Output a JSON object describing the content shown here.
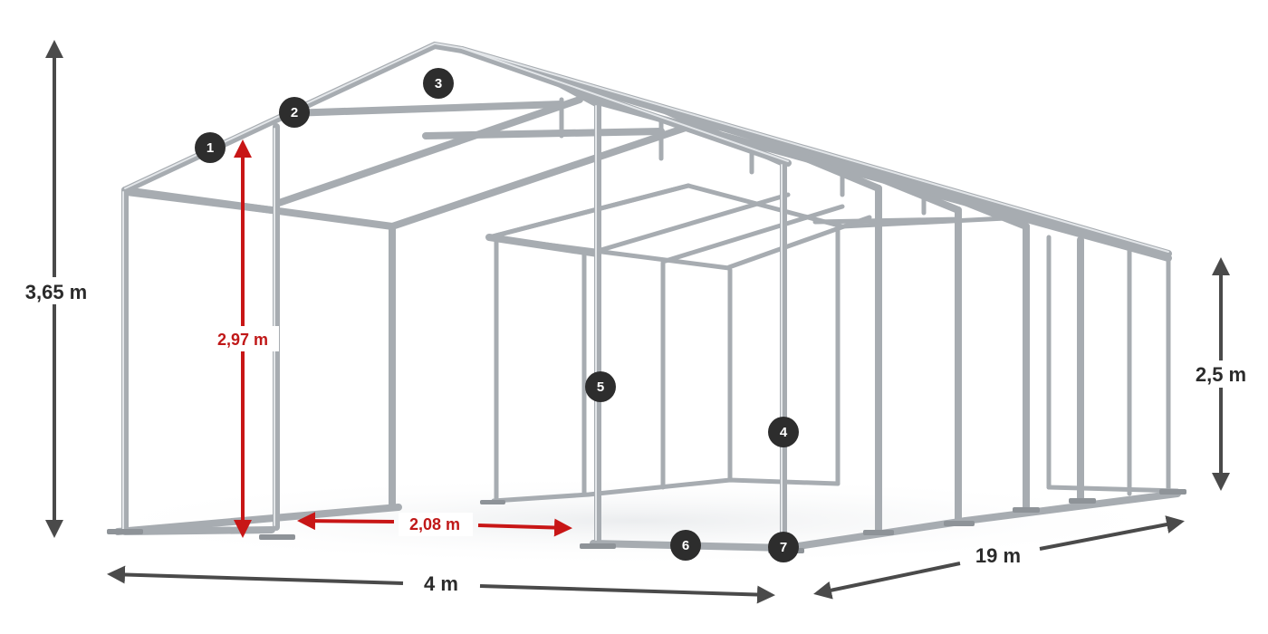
{
  "dimensions": {
    "total_height": "3,65 m",
    "side_height": "2,5 m",
    "inner_height": "2,97 m",
    "door_width": "2,08 m",
    "width": "4 m",
    "length": "19 m"
  },
  "markers": [
    "1",
    "2",
    "3",
    "4",
    "5",
    "6",
    "7"
  ],
  "colors": {
    "frame": "#a7acb1",
    "marker": "#2d2d2d",
    "dimension_arrow": "#4a4a4a",
    "highlight_arrow": "#c81616"
  }
}
